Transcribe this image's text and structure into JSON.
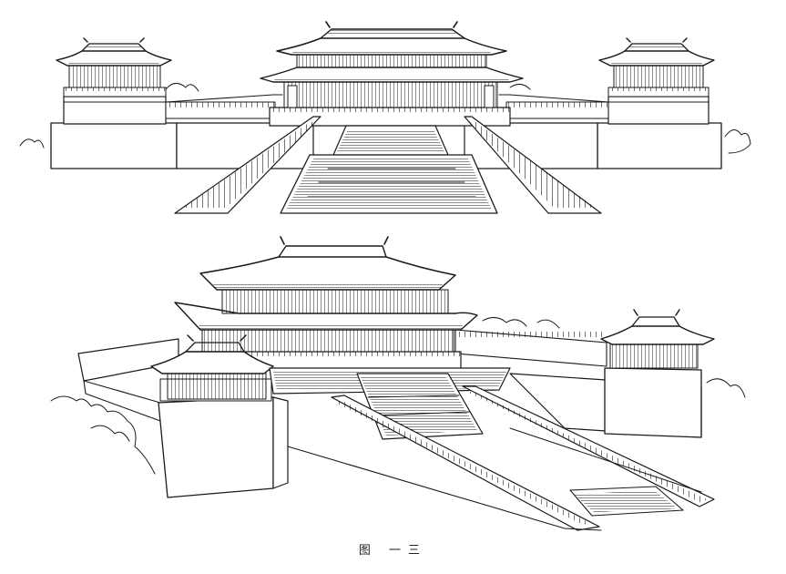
{
  "figure": {
    "caption": "图 一三",
    "ink_color": "#1a1a1a",
    "background": "#ffffff",
    "views": [
      "front-elevation",
      "perspective"
    ]
  }
}
